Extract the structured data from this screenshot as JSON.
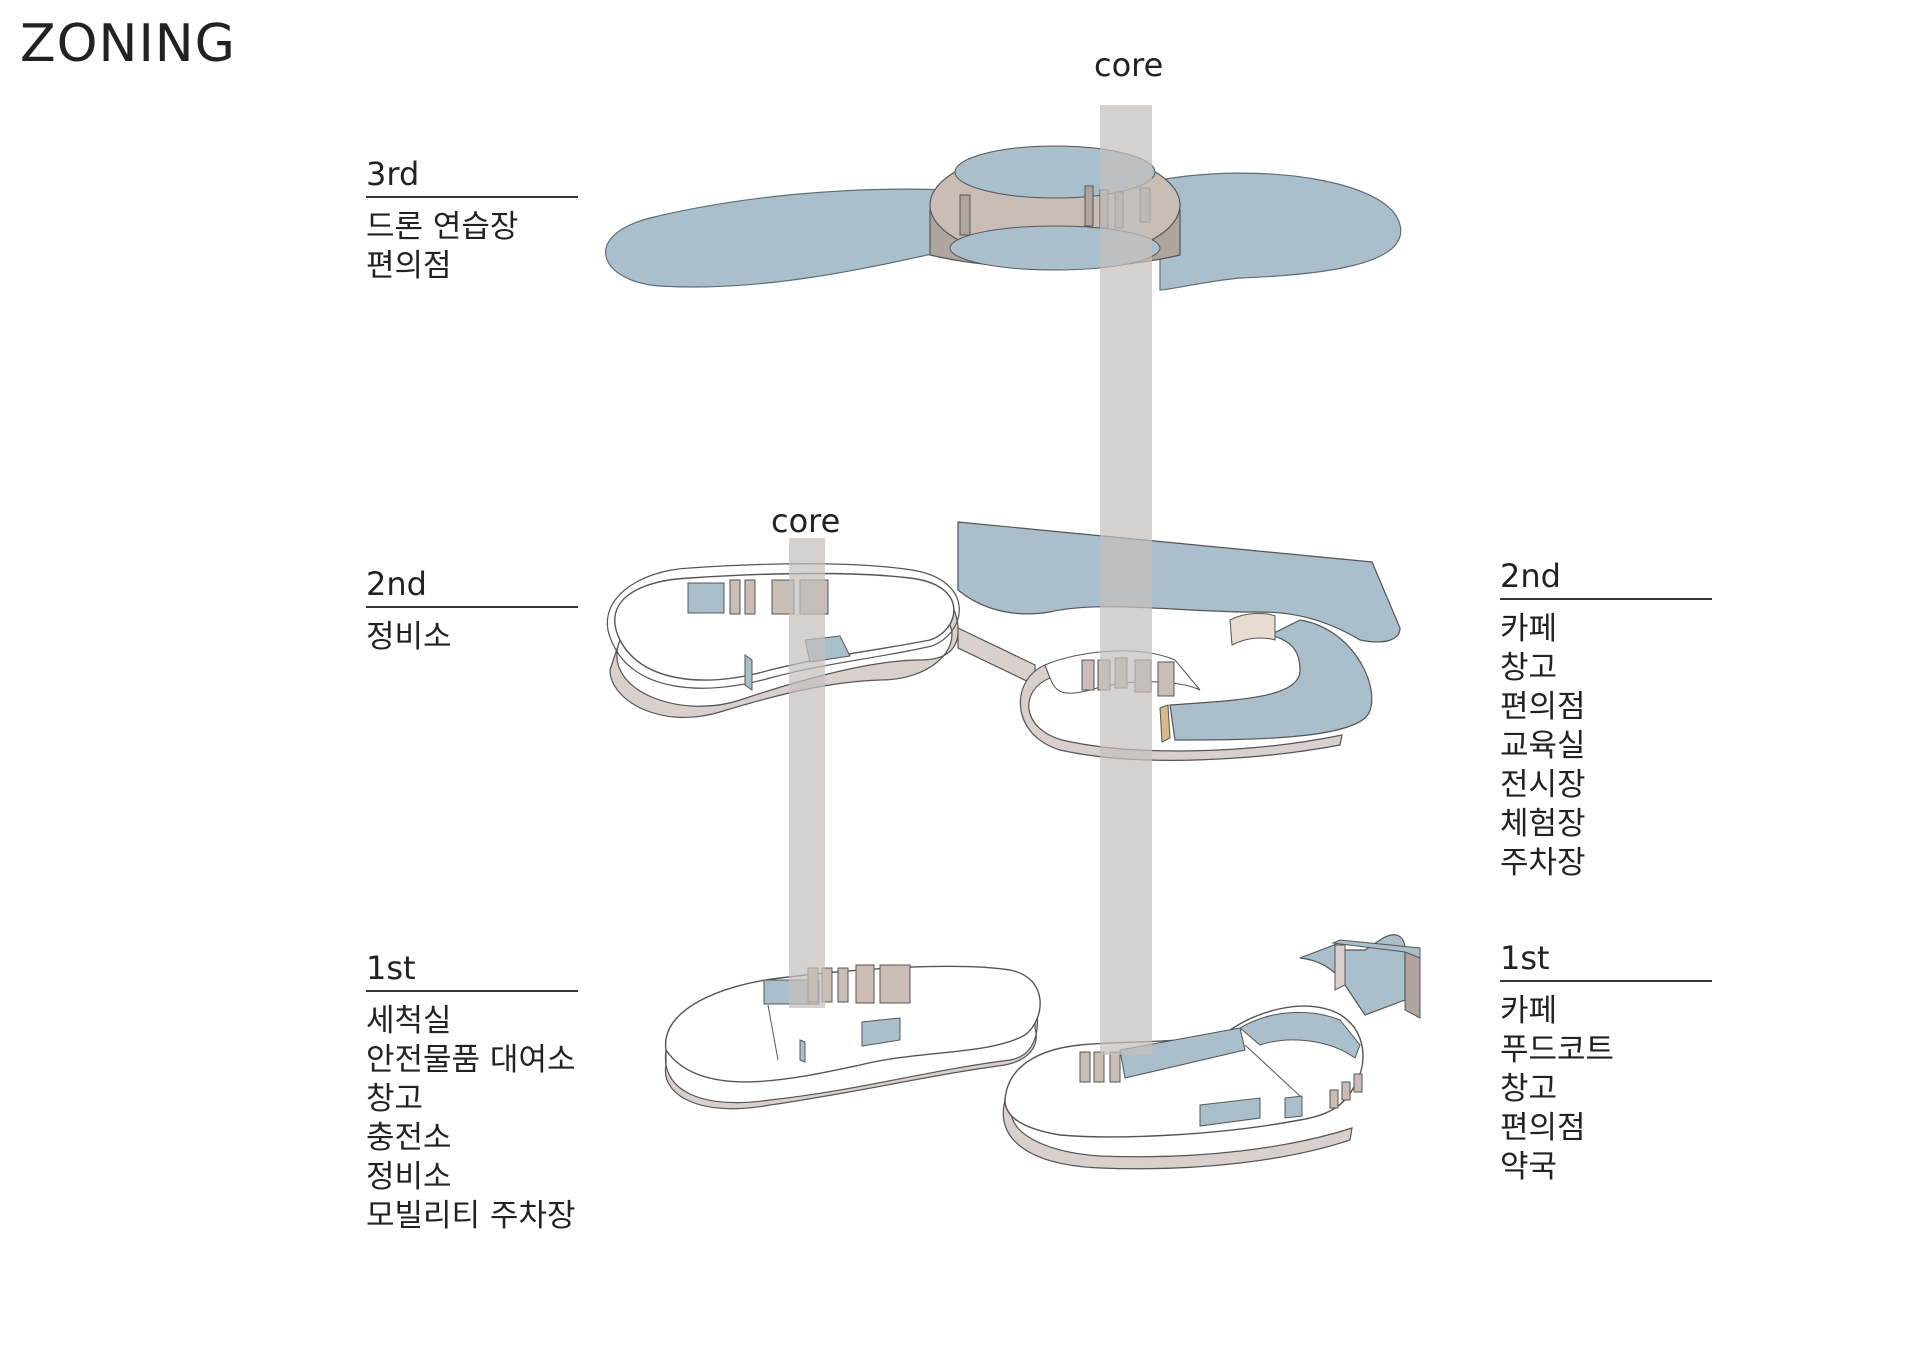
{
  "title": "ZONING",
  "core_labels": [
    "core",
    "core"
  ],
  "floors": {
    "third": {
      "level": "3rd",
      "uses": [
        "드론 연습장",
        "편의점"
      ]
    },
    "second_left": {
      "level": "2nd",
      "uses": [
        "정비소"
      ]
    },
    "second_right": {
      "level": "2nd",
      "uses": [
        "카페",
        "창고",
        "편의점",
        "교육실",
        "전시장",
        "체험장",
        "주차장"
      ]
    },
    "first_left": {
      "level": "1st",
      "uses": [
        "세척실",
        "안전물품 대여소",
        "창고",
        "충전소",
        "정비소",
        "모빌리티 주차장"
      ]
    },
    "first_right": {
      "level": "1st",
      "uses": [
        "카페",
        "푸드코트",
        "창고",
        "편의점",
        "약국"
      ]
    }
  },
  "colors": {
    "program_blue": "#a9bfcb",
    "wall_pink": "#d9cfcd",
    "wall_dark": "#b0a59e",
    "core_gray": "#c5bfbb",
    "accent_tan": "#d9b98a"
  }
}
